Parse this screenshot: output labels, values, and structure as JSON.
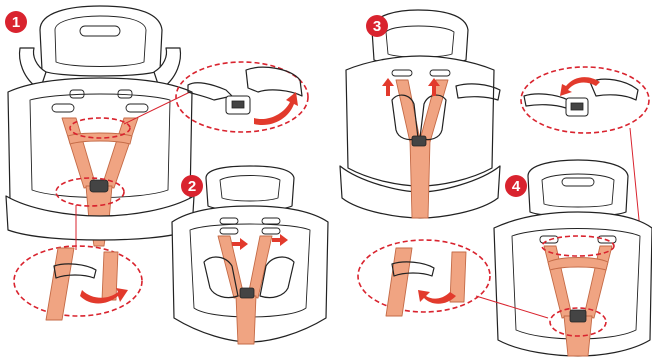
{
  "steps": [
    {
      "id": "step-1",
      "number": "1"
    },
    {
      "id": "step-2",
      "number": "2"
    },
    {
      "id": "step-3",
      "number": "3"
    },
    {
      "id": "step-4",
      "number": "4"
    }
  ],
  "colors": {
    "badge": "#d9232e",
    "strap": "#f0a482",
    "strap_edge": "#c46a46",
    "arrow": "#e23a2c",
    "outline": "#222222"
  },
  "icons": [
    "step-badge",
    "curved-arrow-icon",
    "up-arrow-icon",
    "right-arrow-icon",
    "buckle-icon"
  ]
}
